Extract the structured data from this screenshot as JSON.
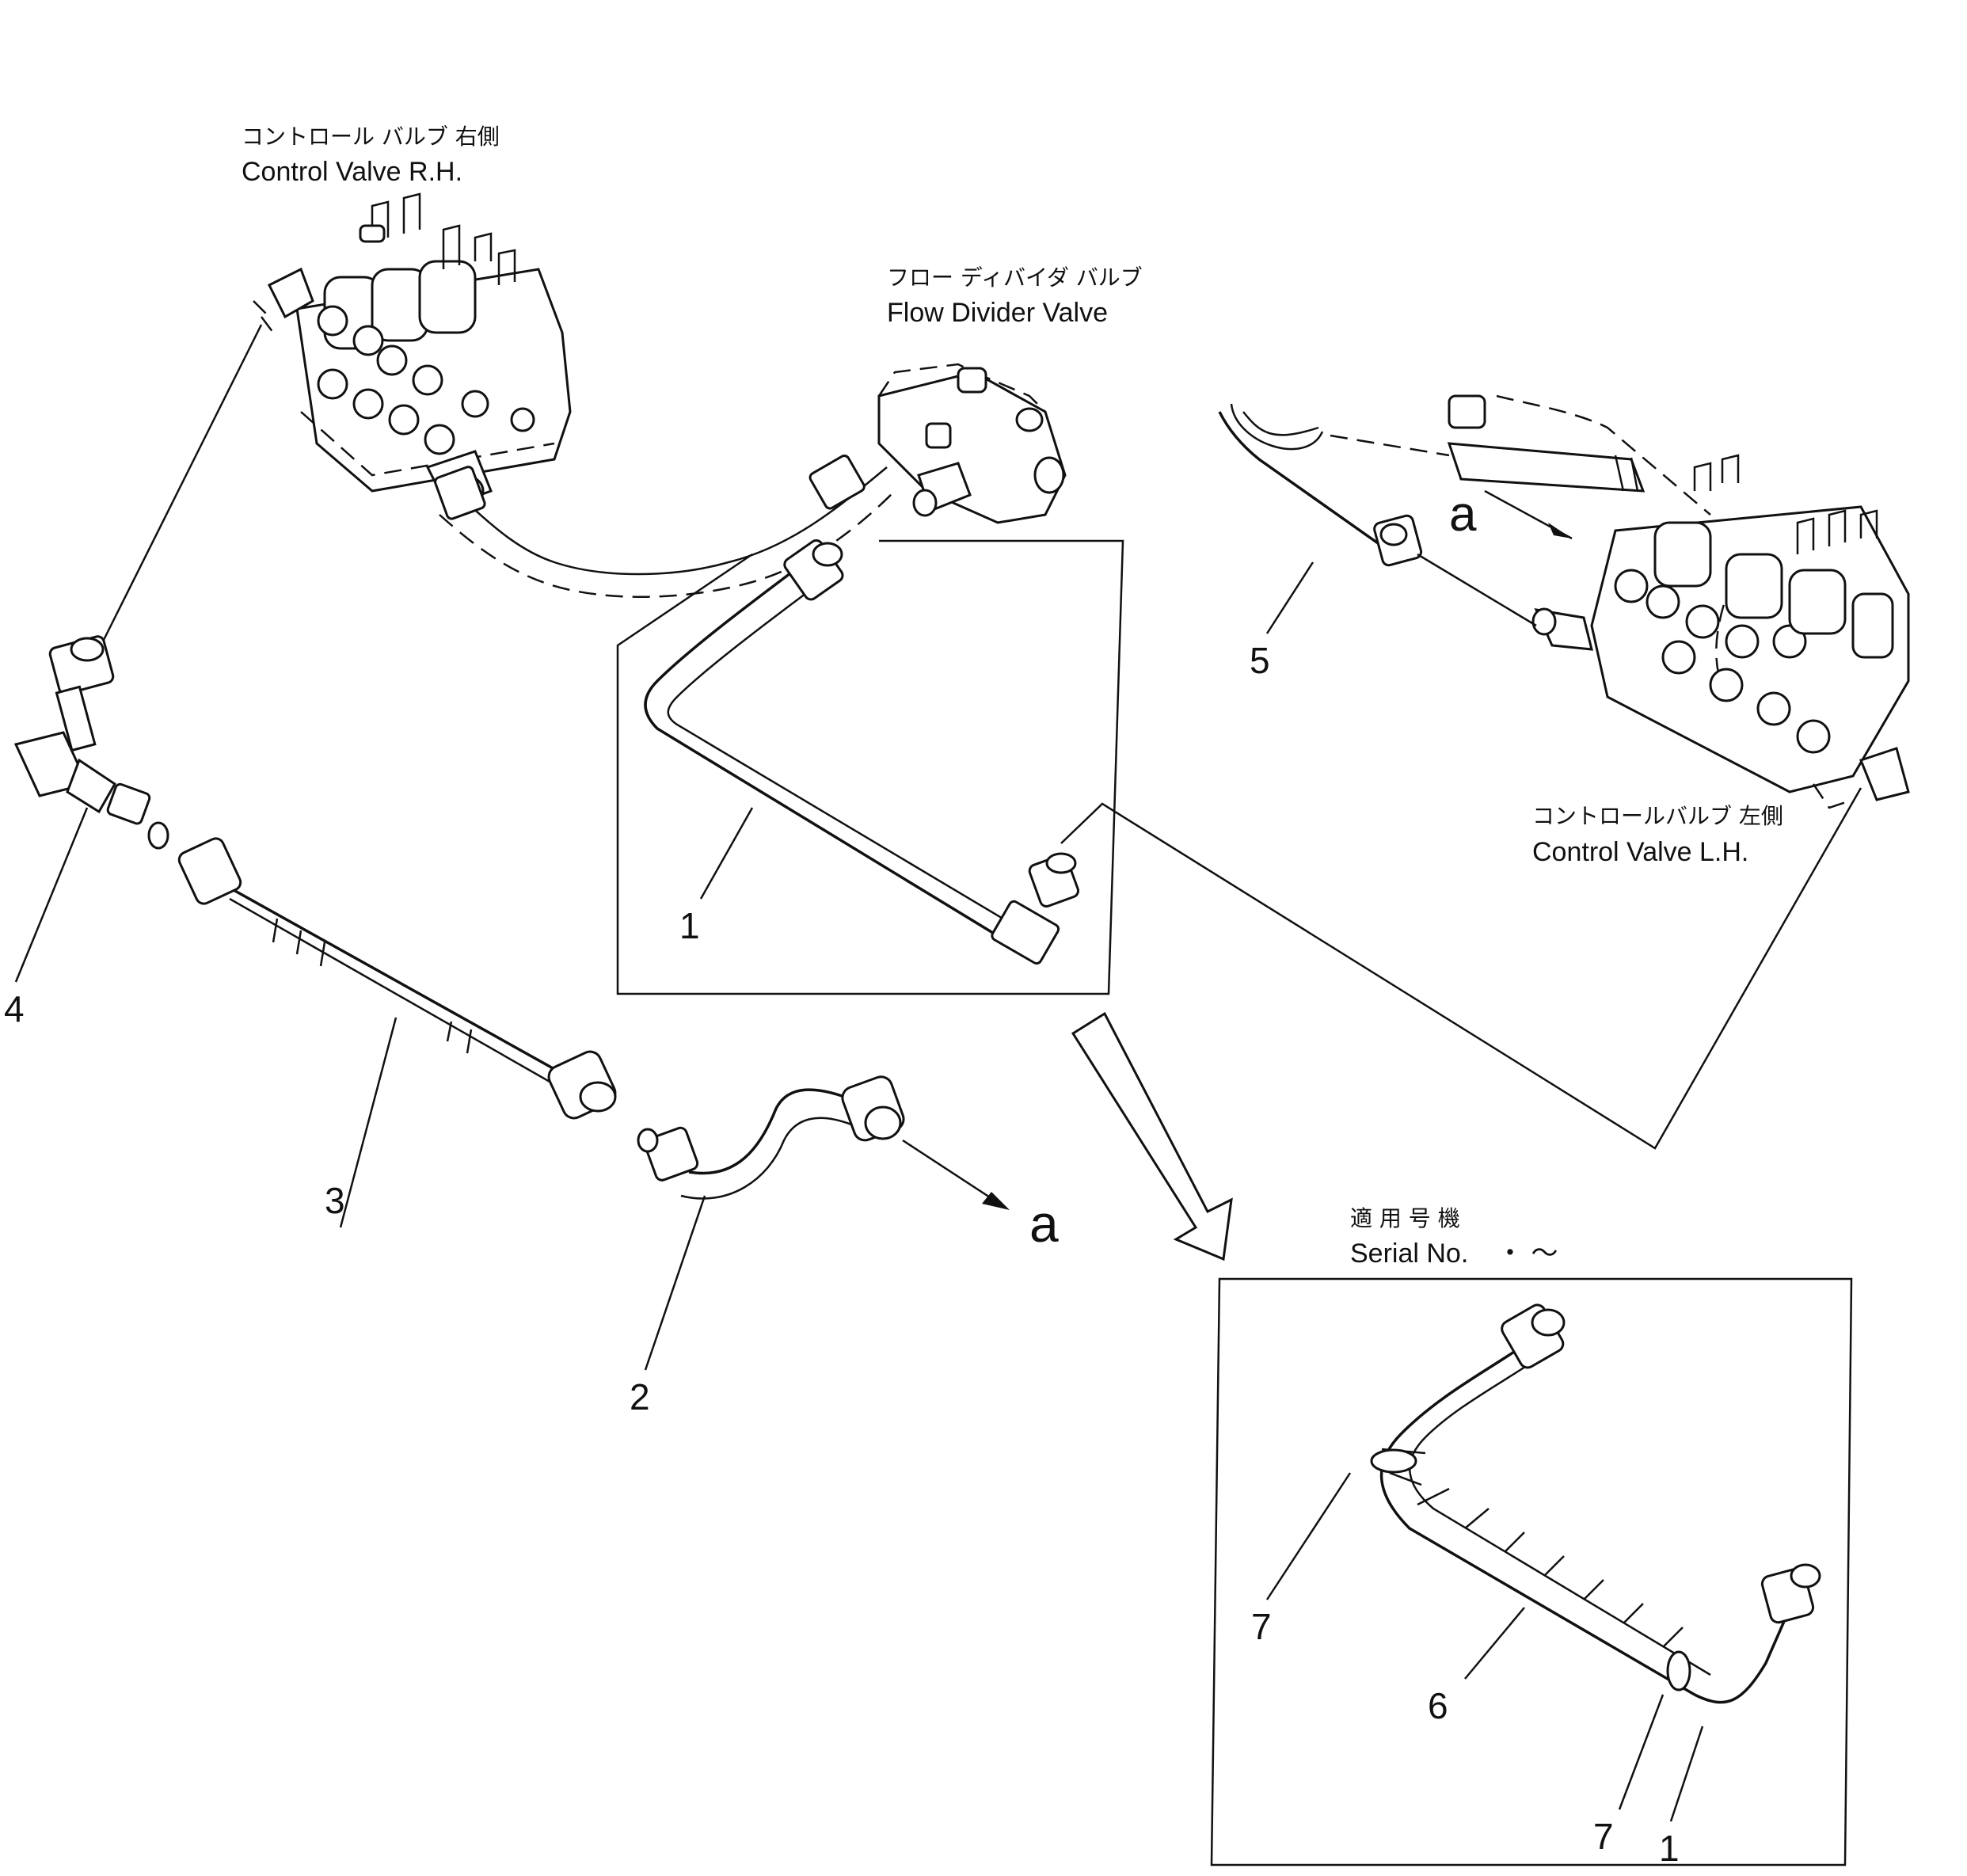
{
  "labels": {
    "control_valve_rh": {
      "jp": "コントロール バルブ 右側",
      "en": "Control Valve R.H."
    },
    "flow_divider_valve": {
      "jp": "フロー ディバイダ バルブ",
      "en": "Flow Divider Valve"
    },
    "control_valve_lh": {
      "jp": "コントロールバルブ 左側",
      "en": "Control Valve L.H."
    },
    "serial": {
      "jp": "適 用 号 機",
      "en": "Serial No.",
      "suffix": "・  ～"
    }
  },
  "callouts": {
    "p1": "1",
    "p2": "2",
    "p3": "3",
    "p4": "4",
    "p5": "5",
    "p6": "6",
    "p7a": "7",
    "p7b": "7",
    "p1b": "1",
    "a1": "a",
    "a2": "a"
  }
}
